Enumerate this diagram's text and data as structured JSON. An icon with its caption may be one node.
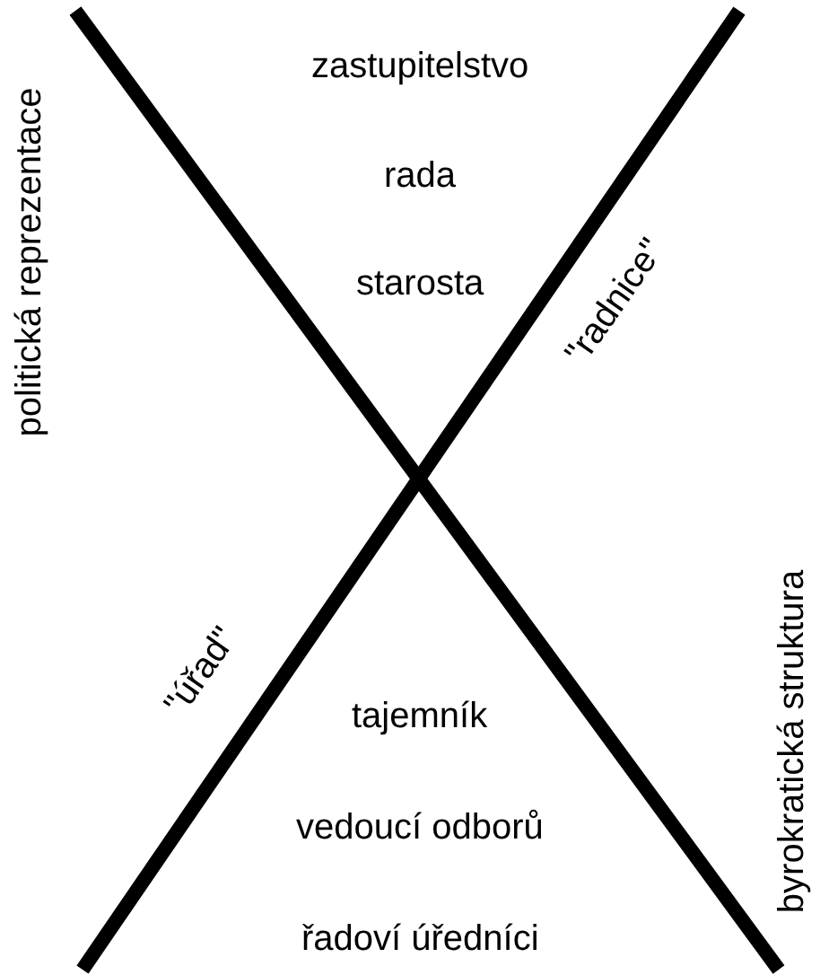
{
  "diagram": {
    "labels": [
      "politická reprezentace",
      "zastupitelstvo",
      "rada",
      "starosta",
      "\"radnice\"",
      "\"úřad\"",
      "tajemník",
      "vedoucí odborů",
      "řadoví úředníci",
      "byrokratická struktura"
    ]
  }
}
